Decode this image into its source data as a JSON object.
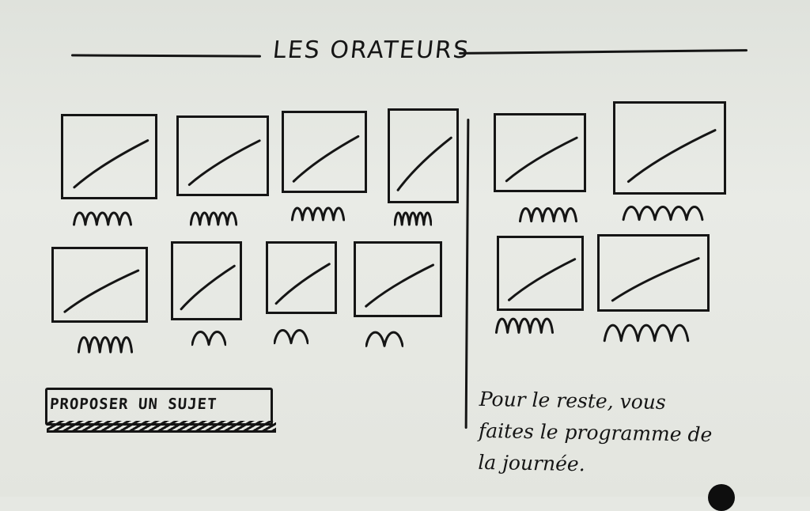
{
  "header": {
    "title": "LES ORATEURS"
  },
  "speakers": [
    {
      "row": 1,
      "photo": "speaker-photo-placeholder",
      "name_scribble": "mm"
    },
    {
      "row": 1,
      "photo": "speaker-photo-placeholder",
      "name_scribble": "mm"
    },
    {
      "row": 1,
      "photo": "speaker-photo-placeholder",
      "name_scribble": "mm"
    },
    {
      "row": 1,
      "photo": "speaker-photo-placeholder",
      "name_scribble": "mm"
    },
    {
      "row": 2,
      "photo": "speaker-photo-placeholder",
      "name_scribble": "mm"
    },
    {
      "row": 2,
      "photo": "speaker-photo-placeholder",
      "name_scribble": "m"
    },
    {
      "row": 2,
      "photo": "speaker-photo-placeholder",
      "name_scribble": "m"
    },
    {
      "row": 2,
      "photo": "speaker-photo-placeholder",
      "name_scribble": "m"
    },
    {
      "row": 1,
      "photo": "speaker-photo-placeholder",
      "name_scribble": "mm"
    },
    {
      "row": 1,
      "photo": "speaker-photo-placeholder",
      "name_scribble": "mm"
    },
    {
      "row": 2,
      "photo": "speaker-photo-placeholder",
      "name_scribble": "mm"
    },
    {
      "row": 2,
      "photo": "speaker-photo-placeholder",
      "name_scribble": "mm"
    }
  ],
  "actions": {
    "propose_label": "PROPOSER UN SUJET"
  },
  "note": {
    "line1": "Pour le reste, vous",
    "line2": "faites le programme de",
    "line3": "la journée."
  },
  "colors": {
    "ink": "#151515",
    "paper": "#e6e8e3"
  }
}
